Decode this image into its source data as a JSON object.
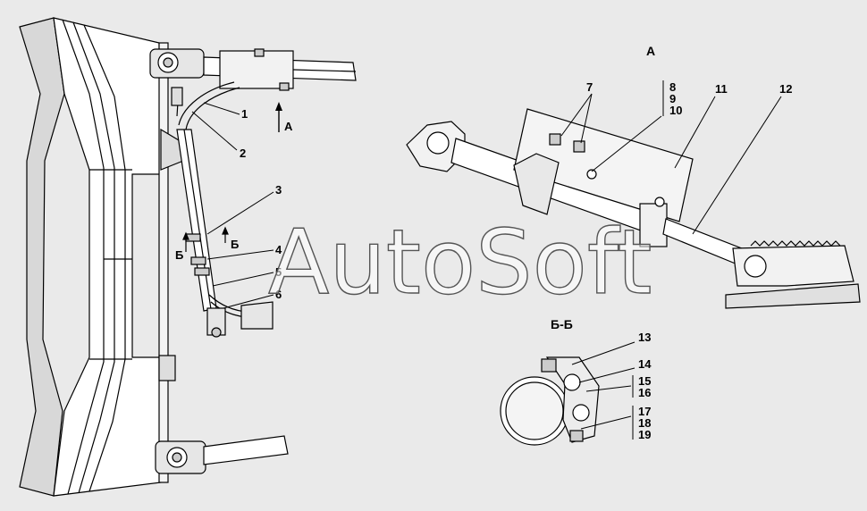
{
  "watermark": "AutoSoft",
  "views": {
    "a": "А",
    "bb": "Б-Б",
    "arrow_a": "А",
    "cut_left": "Б",
    "cut_right": "Б"
  },
  "callouts": {
    "c1": "1",
    "c2": "2",
    "c3": "3",
    "c4": "4",
    "c5": "5",
    "c6": "6",
    "c7": "7",
    "c8": "8",
    "c9": "9",
    "c10": "10",
    "c11": "11",
    "c12": "12",
    "c13": "13",
    "c14": "14",
    "c15": "15",
    "c16": "16",
    "c17": "17",
    "c18": "18",
    "c19": "19"
  }
}
